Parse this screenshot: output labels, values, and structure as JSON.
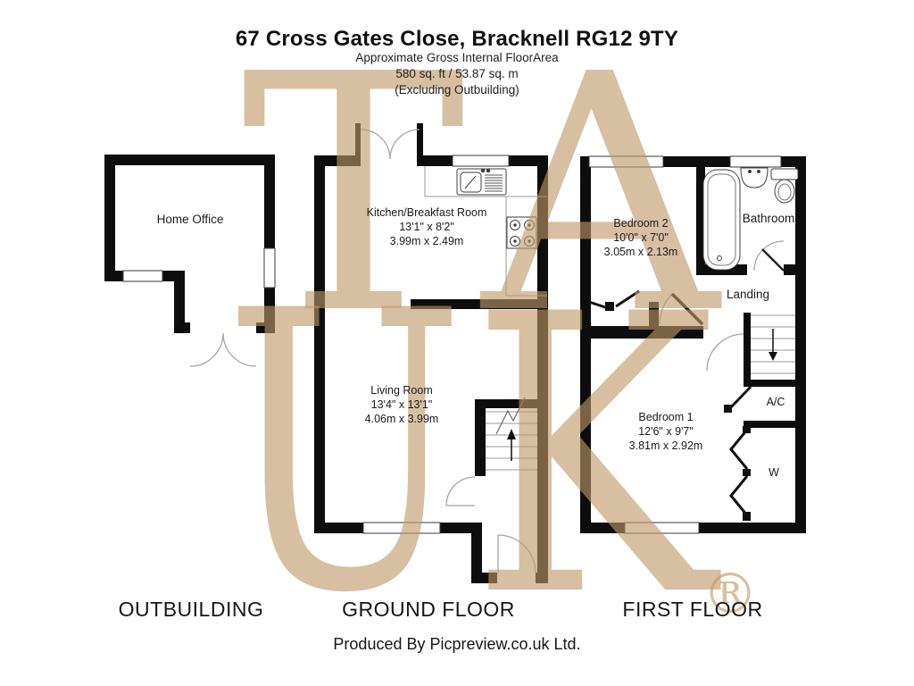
{
  "header": {
    "title": "67 Cross Gates Close, Bracknell RG12 9TY",
    "subtitle": "Approximate Gross Internal FloorArea",
    "area": "580 sq. ft / 53.87 sq. m",
    "note": "(Excluding Outbuilding)"
  },
  "plans": {
    "outbuilding": {
      "floor_label": "OUTBUILDING",
      "rooms": [
        {
          "name": "Home Office"
        }
      ]
    },
    "ground_floor": {
      "floor_label": "GROUND FLOOR",
      "rooms": [
        {
          "name": "Kitchen/Breakfast Room",
          "dims_ft": "13'1\" x 8'2\"",
          "dims_m": "3.99m x 2.49m"
        },
        {
          "name": "Living Room",
          "dims_ft": "13'4\" x 13'1\"",
          "dims_m": "4.06m x 3.99m"
        }
      ]
    },
    "first_floor": {
      "floor_label": "FIRST FLOOR",
      "rooms": [
        {
          "name": "Bedroom 2",
          "dims_ft": "10'0\" x 7'0\"",
          "dims_m": "3.05m x 2.13m"
        },
        {
          "name": "Bathroom"
        },
        {
          "name": "Landing"
        },
        {
          "name": "Bedroom 1",
          "dims_ft": "12'6\" x 9'7\"",
          "dims_m": "3.81m x 2.92m"
        },
        {
          "name": "A/C"
        },
        {
          "name": "W"
        }
      ]
    }
  },
  "watermark": {
    "t": "T",
    "a": "A",
    "u": "U",
    "k": "K",
    "reg": "®"
  },
  "footer": {
    "producer": "Produced By Picpreview.co.uk Ltd."
  },
  "colors": {
    "wall": "#0d0d0d",
    "watermark": "rgba(191,152,104,0.62)",
    "arc": "#a5a5a5",
    "fixture": "#3f3f3f"
  }
}
